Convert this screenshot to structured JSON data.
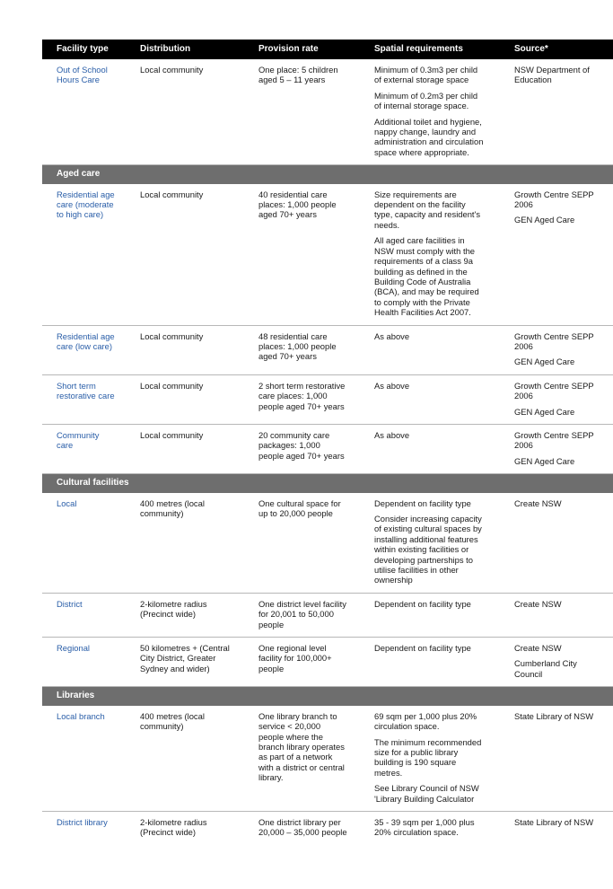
{
  "headers": [
    "Facility type",
    "Distribution",
    "Provision rate",
    "Spatial requirements",
    "Source*"
  ],
  "rows": [
    {
      "type": "Out of School\nHours Care",
      "dist": "Local community",
      "rate": "One place: 5 children\naged 5 – 11 years",
      "spatial": [
        "Minimum of 0.3m3 per child\nof external storage space",
        "Minimum of 0.2m3 per child\nof internal storage space.",
        "Additional toilet and hygiene,\nnappy change, laundry and\nadministration and circulation\nspace where appropriate."
      ],
      "source": [
        "NSW Department of\nEducation"
      ]
    },
    {
      "section": "Aged care"
    },
    {
      "type": "Residential age\ncare (moderate\nto high care)",
      "dist": "Local community",
      "rate": "40 residential care\nplaces: 1,000 people\naged 70+ years",
      "spatial": [
        "Size requirements are\ndependent on the facility\ntype, capacity and resident's\nneeds.",
        "All aged care facilities in\nNSW must comply with the\nrequirements of a class 9a\nbuilding as defined in the\nBuilding Code of Australia\n(BCA), and may be required\nto comply with the Private\nHealth Facilities Act 2007."
      ],
      "source": [
        "Growth Centre SEPP\n2006",
        "GEN Aged Care"
      ]
    },
    {
      "type": "Residential age\ncare (low care)",
      "dist": "Local community",
      "rate": "48 residential care\nplaces: 1,000 people\naged 70+ years",
      "spatial": [
        "As above"
      ],
      "source": [
        "Growth Centre SEPP\n2006",
        "GEN Aged Care"
      ]
    },
    {
      "type": "Short term\nrestorative care",
      "dist": "Local community",
      "rate": "2 short term restorative\ncare places: 1,000\npeople aged 70+ years",
      "spatial": [
        "As above"
      ],
      "source": [
        "Growth Centre SEPP\n2006",
        "GEN Aged Care"
      ]
    },
    {
      "type": "Community\ncare",
      "dist": "Local community",
      "rate": "20 community care\npackages: 1,000\npeople aged 70+ years",
      "spatial": [
        "As above"
      ],
      "source": [
        "Growth Centre SEPP\n2006",
        "GEN Aged Care"
      ]
    },
    {
      "section": "Cultural facilities"
    },
    {
      "type": "Local",
      "dist": "400 metres (local\ncommunity)",
      "rate": "One cultural space for\nup to 20,000 people",
      "spatial": [
        "Dependent on facility type",
        "Consider increasing capacity\nof existing cultural spaces by\ninstalling additional features\nwithin existing facilities or\ndeveloping partnerships to\nutilise facilities in other\nownership"
      ],
      "source": [
        "Create NSW"
      ]
    },
    {
      "type": "District",
      "dist": "2-kilometre radius\n(Precinct wide)",
      "rate": "One district level facility\nfor 20,001 to 50,000\npeople",
      "spatial": [
        "Dependent on facility type"
      ],
      "source": [
        "Create NSW"
      ]
    },
    {
      "type": "Regional",
      "dist": "50 kilometres + (Central\nCity District, Greater\nSydney and wider)",
      "rate": "One regional level\nfacility for 100,000+\npeople",
      "spatial": [
        "Dependent on facility type"
      ],
      "source": [
        "Create NSW",
        "Cumberland City\nCouncil"
      ]
    },
    {
      "section": "Libraries"
    },
    {
      "type": "Local branch",
      "dist": "400 metres (local\ncommunity)",
      "rate": "One library branch to\nservice < 20,000\npeople where the\nbranch library operates\nas part of a network\nwith a district or central\nlibrary.",
      "spatial": [
        "69 sqm per 1,000 plus 20%\ncirculation space.",
        "The minimum recommended\nsize for a public library\nbuilding is 190 square\nmetres.",
        "See Library Council of NSW\n'Library Building Calculator"
      ],
      "source": [
        "State Library of NSW"
      ]
    },
    {
      "type": "District library",
      "dist": "2-kilometre radius\n(Precinct wide)",
      "rate": "One district library per\n20,000 – 35,000 people",
      "spatial": [
        "35 - 39 sqm per 1,000 plus\n20% circulation space."
      ],
      "source": [
        "State Library of NSW"
      ]
    }
  ]
}
